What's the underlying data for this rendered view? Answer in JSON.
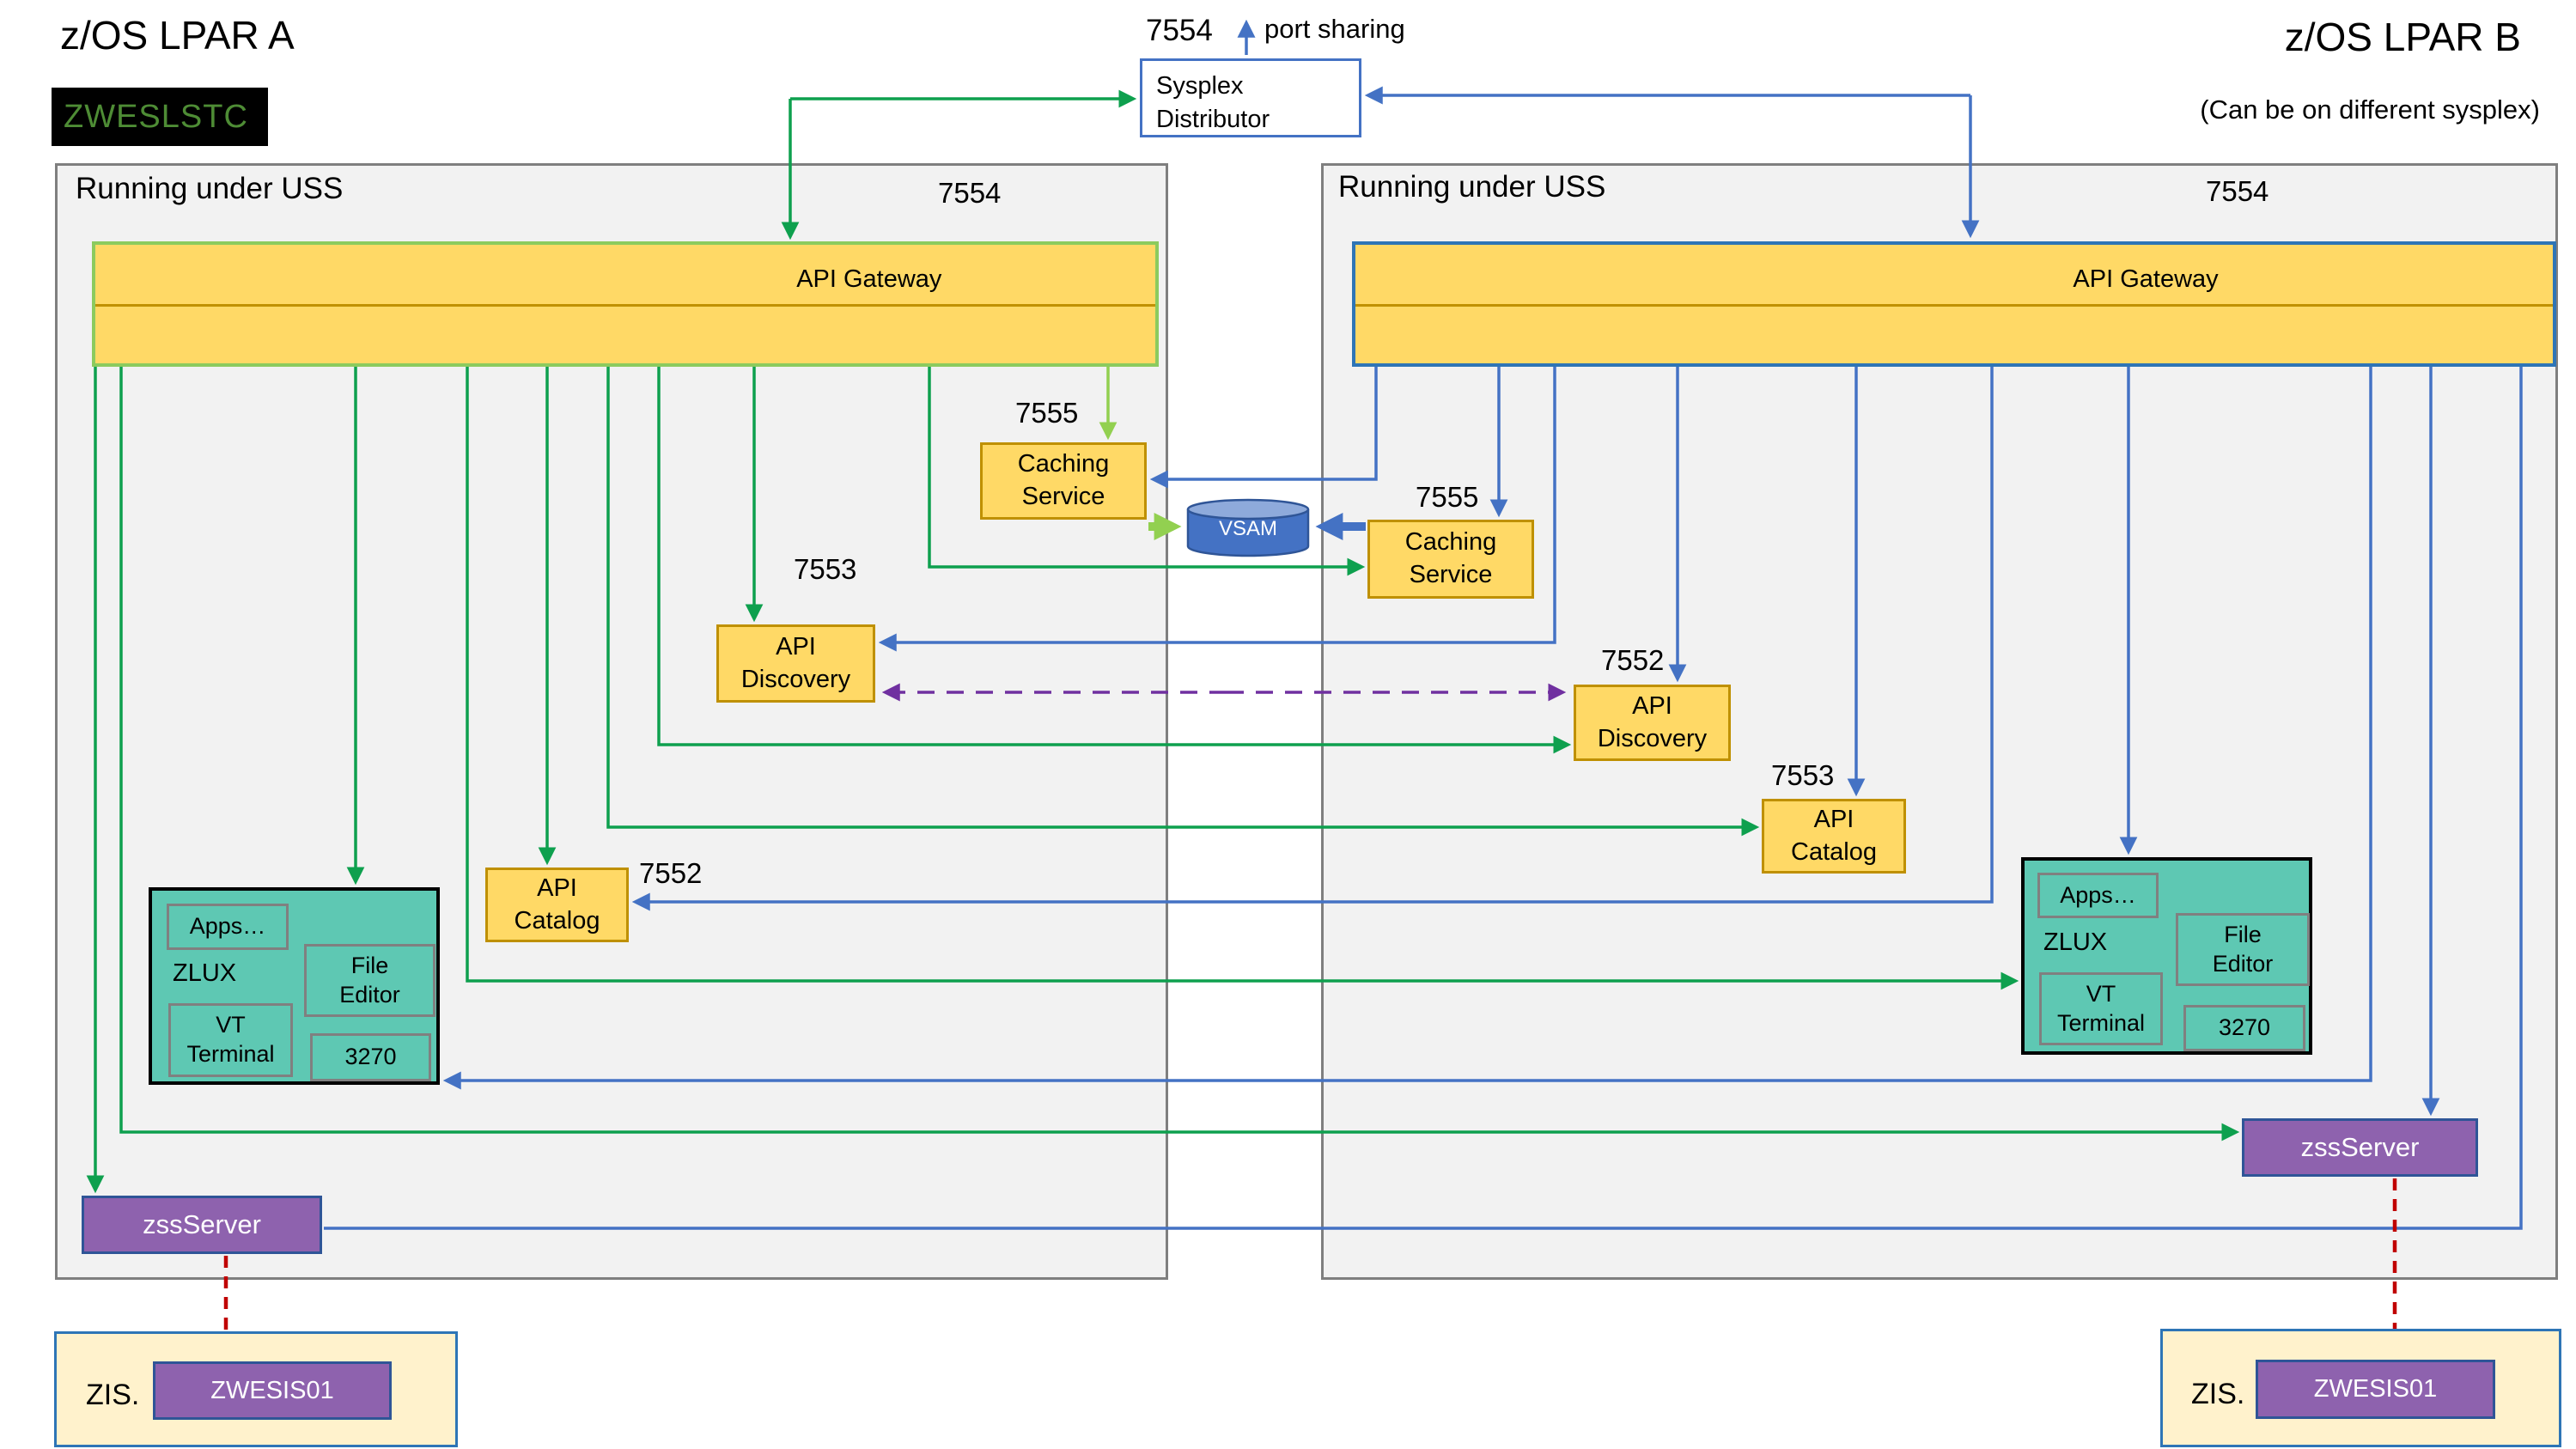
{
  "page": {
    "lpar_a_title": "z/OS LPAR A",
    "lpar_b_title": "z/OS LPAR B",
    "lpar_b_note": "(Can be on different sysplex)",
    "zweslstc": "ZWESLSTC"
  },
  "sysplex": {
    "label": "Sysplex Distributor",
    "port": "7554",
    "port_note": "port sharing"
  },
  "vsam": {
    "label": "VSAM"
  },
  "lpar_a": {
    "uss_label": "Running under USS",
    "gateway": {
      "label": "API Gateway",
      "port": "7554"
    },
    "caching": {
      "label": "Caching Service",
      "port": "7555"
    },
    "discovery": {
      "label": "API Discovery",
      "port": "7553"
    },
    "catalog": {
      "label": "API Catalog",
      "port": "7552"
    },
    "zlux": {
      "apps": "Apps…",
      "label": "ZLUX",
      "file_editor": "File Editor",
      "vt_terminal": "VT Terminal",
      "t3270": "3270"
    },
    "zss": {
      "label": "zssServer"
    },
    "zis": {
      "label": "ZIS.",
      "server": "ZWESIS01"
    }
  },
  "lpar_b": {
    "uss_label": "Running under USS",
    "gateway": {
      "label": "API Gateway",
      "port": "7554"
    },
    "caching": {
      "label": "Caching Service",
      "port": "7555"
    },
    "discovery": {
      "label": "API Discovery",
      "port": "7552"
    },
    "catalog": {
      "label": "API Catalog",
      "port": "7553"
    },
    "zlux": {
      "apps": "Apps…",
      "label": "ZLUX",
      "file_editor": "File Editor",
      "vt_terminal": "VT Terminal",
      "t3270": "3270"
    },
    "zss": {
      "label": "zssServer"
    },
    "zis": {
      "label": "ZIS.",
      "server": "ZWESIS01"
    }
  },
  "colors": {
    "green_arrow": "#0EA04E",
    "blue_arrow": "#4472C4",
    "lime_arrow": "#92D050",
    "purple_arrow": "#7030A0",
    "red_arrow": "#C00000",
    "gateway_fill": "#FFD966",
    "component_border": "#BF9000",
    "teal_fill": "#5EC8B3",
    "purple_fill": "#8E62AE",
    "zis_fill": "#FFF2CC",
    "container_fill": "#F2F2F2",
    "vsam_fill": "#4472C4",
    "zweslstc_text": "#4E8C35"
  }
}
